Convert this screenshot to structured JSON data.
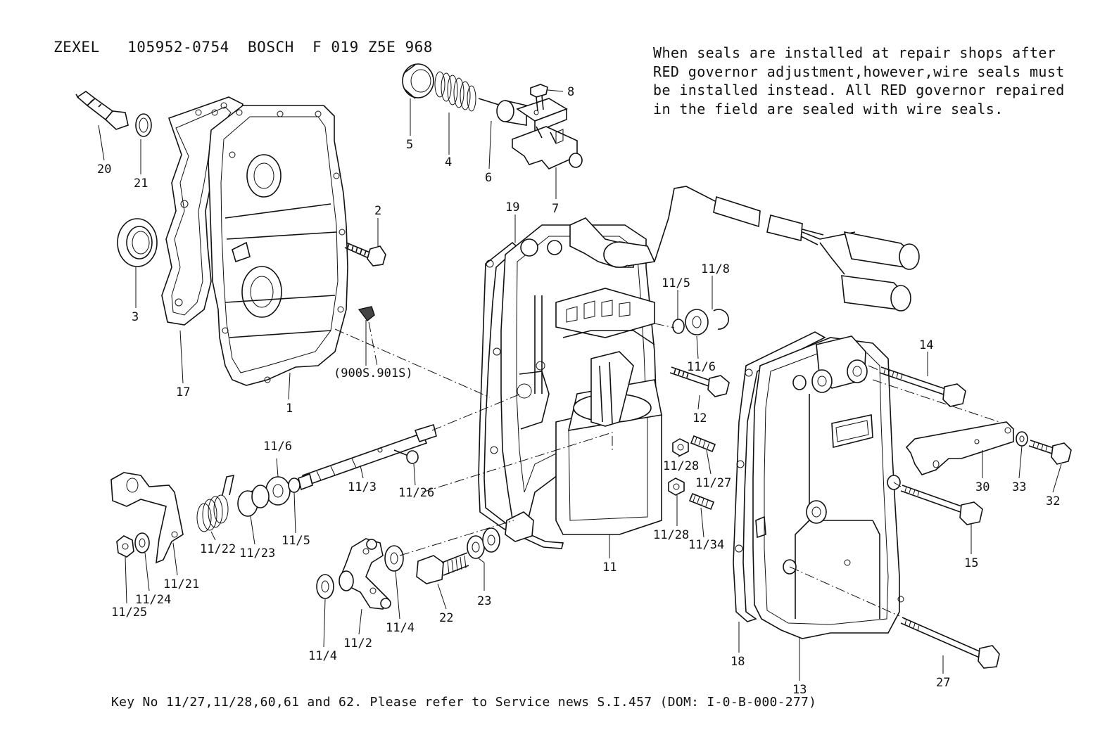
{
  "header": {
    "brand": "ZEXEL",
    "part_number": "105952-0754",
    "oem": "BOSCH",
    "oem_number": "F 019 Z5E 968"
  },
  "note": {
    "lines": [
      "When seals are installed at repair shops after",
      "RED governor adjustment,however,wire seals must",
      "be installed instead. All RED governor repaired",
      "in the field are sealed with wire seals."
    ]
  },
  "footer": {
    "text": "Key No 11/27,11/28,60,61 and 62. Please refer to Service news S.I.457 (DOM: I-0-B-000-277)"
  },
  "callouts": {
    "c1": "1",
    "c2": "2",
    "c3": "3",
    "c4": "4",
    "c5": "5",
    "c6": "6",
    "c7": "7",
    "c8": "8",
    "c11": "11",
    "c11_2": "11/2",
    "c11_3": "11/3",
    "c11_4a": "11/4",
    "c11_4b": "11/4",
    "c11_5a": "11/5",
    "c11_5b": "11/5",
    "c11_6a": "11/6",
    "c11_6b": "11/6",
    "c11_8": "11/8",
    "c11_21": "11/21",
    "c11_22": "11/22",
    "c11_23": "11/23",
    "c11_24": "11/24",
    "c11_25": "11/25",
    "c11_26": "11/26",
    "c11_27": "11/27",
    "c11_28a": "11/28",
    "c11_28b": "11/28",
    "c11_34": "11/34",
    "c12": "12",
    "c13": "13",
    "c14": "14",
    "c15": "15",
    "c17": "17",
    "c18": "18",
    "c19": "19",
    "c20": "20",
    "c21": "21",
    "c22": "22",
    "c23": "23",
    "c27": "27",
    "c30": "30",
    "c32": "32",
    "c33": "33",
    "c900": "(900S.901S)"
  }
}
